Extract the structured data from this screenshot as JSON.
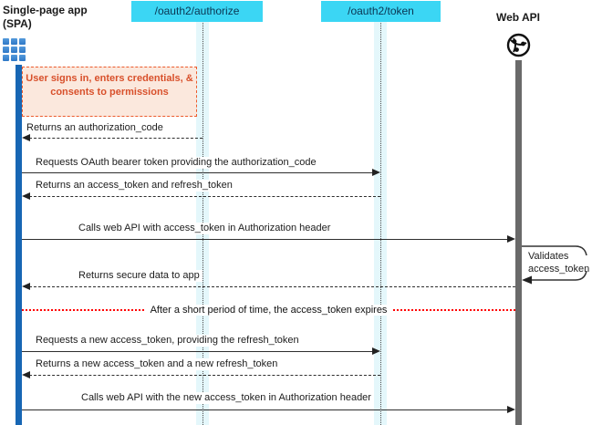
{
  "diagram": {
    "actors": {
      "spa": {
        "title_line1": "Single-page app",
        "title_line2": "(SPA)"
      },
      "authorize_endpoint": {
        "label": "/oauth2/authorize"
      },
      "token_endpoint": {
        "label": "/oauth2/token"
      },
      "web_api": {
        "label": "Web API"
      }
    },
    "note": {
      "text": "User signs in, enters credentials, & consents to permissions"
    },
    "messages": [
      {
        "label": "Returns an authorization_code",
        "style": "dashed",
        "direction": "left"
      },
      {
        "label": "Requests OAuth bearer token providing the authorization_code",
        "style": "solid",
        "direction": "right"
      },
      {
        "label": "Returns an access_token and refresh_token",
        "style": "dashed",
        "direction": "left"
      },
      {
        "label": "Calls web API with access_token in Authorization header",
        "style": "solid",
        "direction": "right"
      },
      {
        "label": "Returns secure data to app",
        "style": "dashed",
        "direction": "left"
      },
      {
        "label": "Requests a new access_token, providing the refresh_token",
        "style": "solid",
        "direction": "right"
      },
      {
        "label": "Returns a new access_token and a new refresh_token",
        "style": "dashed",
        "direction": "left"
      },
      {
        "label": "Calls web API with the new access_token in Authorization header",
        "style": "solid",
        "direction": "right"
      }
    ],
    "separator": {
      "text": "After a short period of time, the access_token expires"
    },
    "self_note": {
      "line1": "Validates",
      "line2": "access_token"
    },
    "colors": {
      "endpoint_fill": "#3BD6F4",
      "endpoint_text": "#0A3552",
      "lifeline_band": "#E4F7FB",
      "spa_activation_bar": "#1766B4",
      "webapi_activation_bar": "#6A6A6A",
      "note_fill": "#FBE8DD",
      "note_border": "#EC5B2D",
      "note_text": "#D8502B",
      "separator_line": "#FF0000",
      "message_line": "#2E2E2E"
    },
    "icons": {
      "spa": "app-grid-icon",
      "web_api": "globe-network-icon"
    }
  }
}
